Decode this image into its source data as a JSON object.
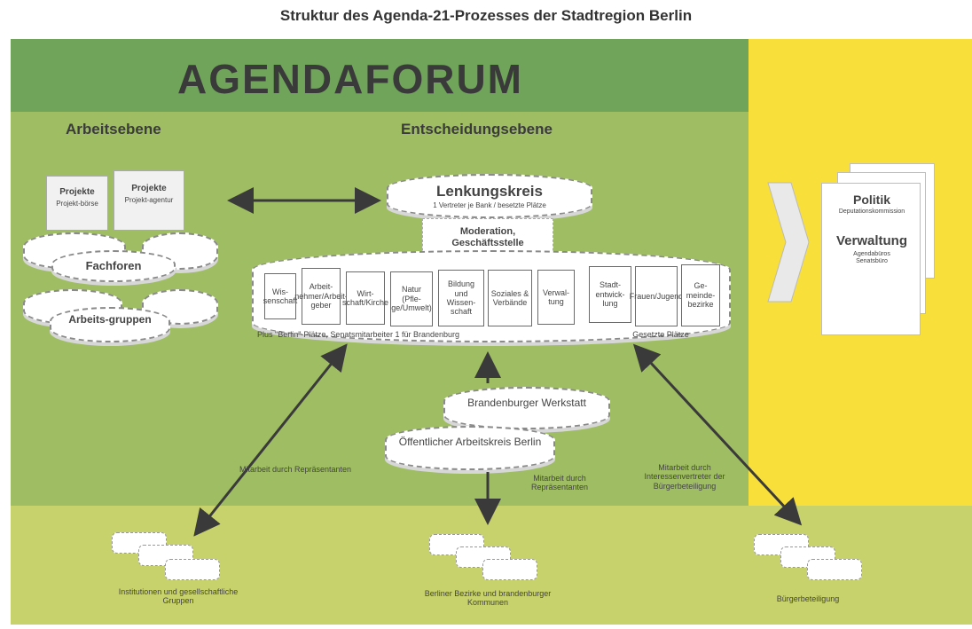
{
  "title": "Struktur des Agenda-21-Prozesses der Stadtregion Berlin",
  "banner": "AGENDAFORUM",
  "sections": {
    "work": "Arbeitsebene",
    "decision": "Entscheidungsebene"
  },
  "work_level": {
    "projects": [
      {
        "title": "Projekte",
        "sub": "Projekt-börse"
      },
      {
        "title": "Projekte",
        "sub": "Projekt-agentur"
      }
    ],
    "forums": "Fachforen",
    "groups": "Arbeits-gruppen"
  },
  "steering": {
    "title": "Lenkungskreis",
    "sub": "1 Vertreter je Bank / besetzte Plätze"
  },
  "moderation": "Moderation, Geschäftsstelle",
  "banks": [
    "Wis-senschaft",
    "Arbeit-nehmer/Arbeit-geber",
    "Wirt-schaft/Kirche",
    "Natur (Pfle-ge/Umwelt)",
    "Bildung und Wissen-schaft",
    "Soziales & Verbände",
    "Verwal-tung",
    "Stadt-entwick-lung",
    "Frauen/Jugend",
    "Ge-meinde-bezirke"
  ],
  "bank_footer_left": "Plus \"Berlin\"-Plätze, Senatsmitarbeiter 1 für Brandenburg",
  "bank_footer_right": "Gesetzte Plätze",
  "brandenburg": "Brandenburger Werkstatt",
  "public_group": "Öffentlicher Arbeitskreis Berlin",
  "politics": {
    "title": "Politik",
    "sub": "Deputationskommission"
  },
  "administration": {
    "title": "Verwaltung",
    "sub": "Agendabüros Senatsbüro"
  },
  "arrow_labels": {
    "left": "Mitarbeit durch Repräsentanten",
    "center": "Mitarbeit durch Repräsentanten",
    "right": "Mitarbeit durch Interessenvertreter der Bürgerbeteiligung"
  },
  "bottom": {
    "left": "Institutionen und gesellschaftliche Gruppen",
    "center": "Berliner Bezirke und brandenburger Kommunen",
    "right": "Bürgerbeteiligung"
  },
  "colors": {
    "banner_green": "#6fa45a",
    "field_green": "#9fbe63",
    "bottom_green": "#c7d26c",
    "yellow": "#f8df3a",
    "arrow": "#3a3a3a"
  }
}
